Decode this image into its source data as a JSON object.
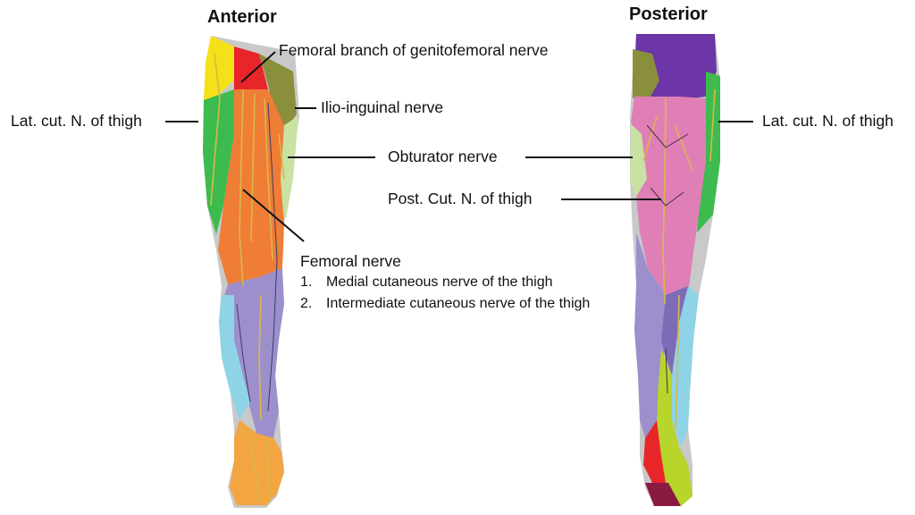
{
  "titles": {
    "anterior": "Anterior",
    "posterior": "Posterior"
  },
  "labels": {
    "femoral_branch_genitofemoral": "Femoral branch of genitofemoral nerve",
    "ilio_inguinal": "Ilio-inguinal nerve",
    "lat_cut_left": "Lat. cut. N. of thigh",
    "lat_cut_right": "Lat. cut. N. of thigh",
    "obturator": "Obturator nerve",
    "post_cut": "Post. Cut. N. of thigh",
    "femoral": "Femoral nerve",
    "femoral_items": [
      {
        "num": "1.",
        "text": "Medial cutaneous nerve of the thigh"
      },
      {
        "num": "2.",
        "text": "Intermediate cutaneous nerve of the thigh"
      }
    ]
  },
  "colors": {
    "yellow": "#f5e11a",
    "red": "#e8262a",
    "green": "#3dbb4e",
    "olive": "#8a8f3c",
    "light_green": "#c9e2a4",
    "orange": "#ef7d35",
    "lavender": "#9c8fcc",
    "light_blue": "#8fd3e6",
    "light_orange": "#f2a541",
    "purple": "#6c35a8",
    "pink": "#e07fb6",
    "lime": "#b7d52a",
    "maroon": "#8b1a43",
    "nerve": "#d8b84a"
  }
}
